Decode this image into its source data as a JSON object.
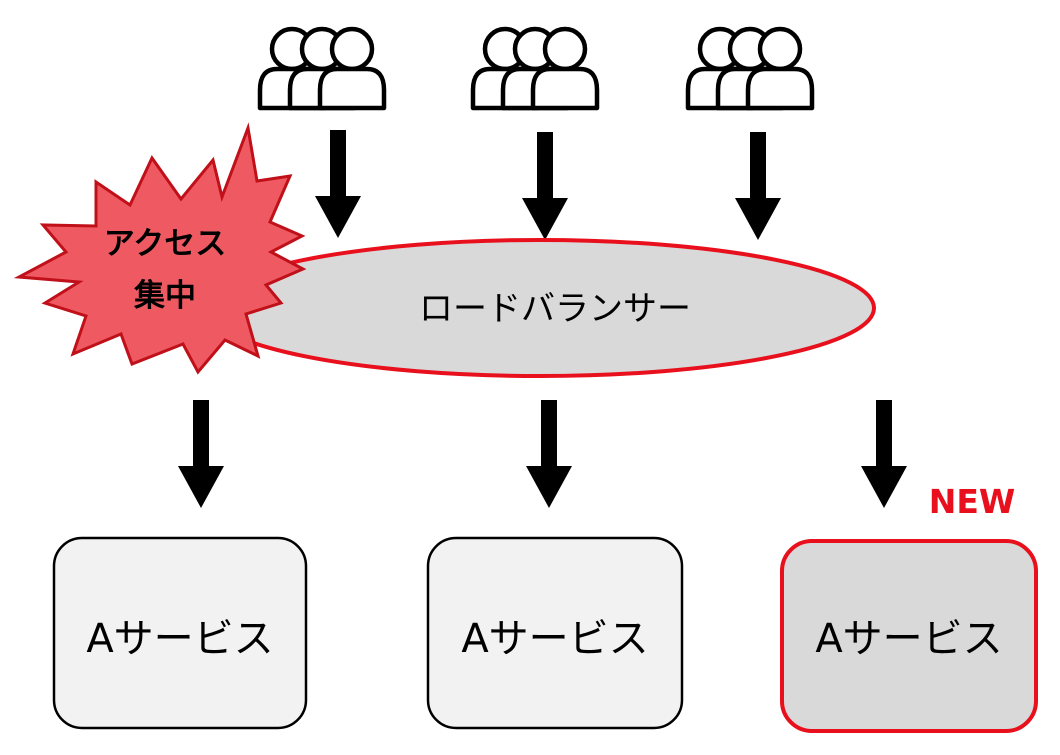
{
  "load_balancer": {
    "label": "ロードバランサー"
  },
  "burst": {
    "line1": "アクセス",
    "line2": "集中"
  },
  "user_groups": [
    "users-icon",
    "users-icon",
    "users-icon"
  ],
  "services": [
    {
      "label": "Aサービス",
      "is_new": false
    },
    {
      "label": "Aサービス",
      "is_new": false
    },
    {
      "label": "Aサービス",
      "is_new": true
    }
  ],
  "new_badge": {
    "label": "NEW"
  },
  "colors": {
    "accent_red": "#e8101c",
    "burst_fill": "#ef5a62",
    "lb_fill": "#d9d9d9",
    "service_fill": "#f2f2f2",
    "new_service_fill": "#d9d9d9",
    "arrow": "#000000",
    "outline": "#000000"
  }
}
